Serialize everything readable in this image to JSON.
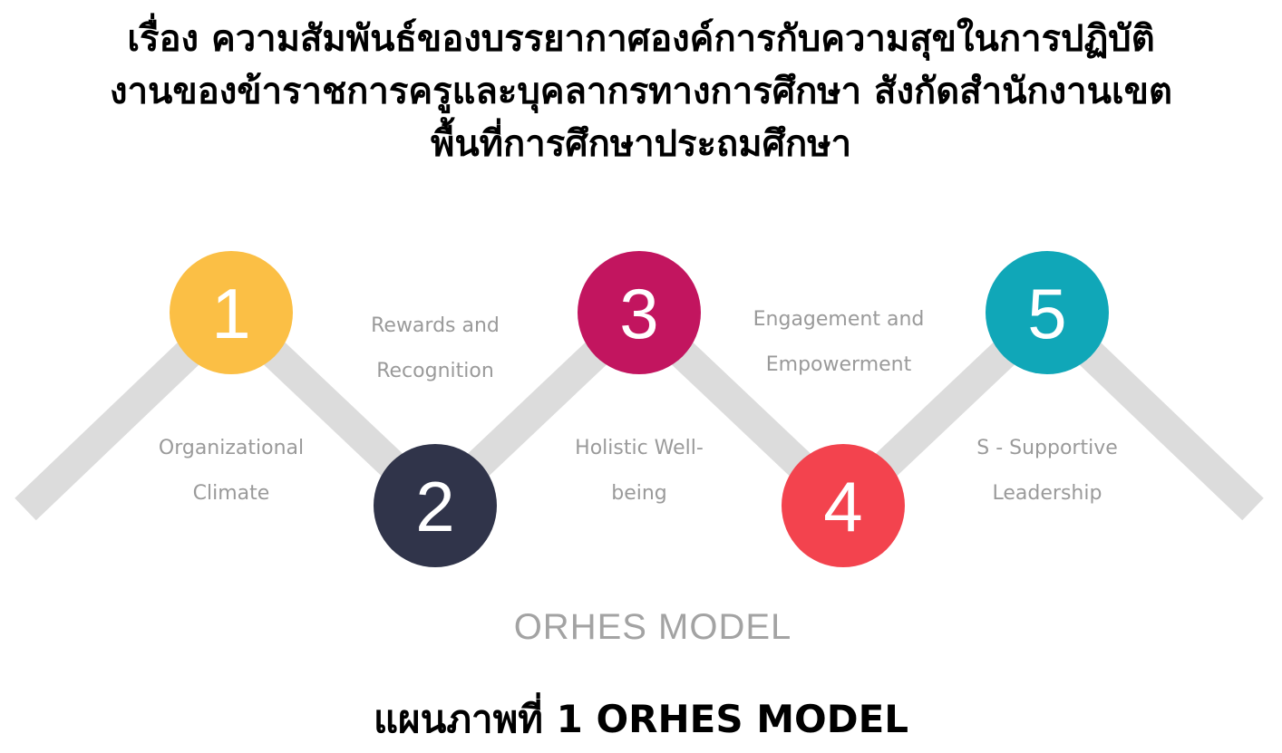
{
  "title": {
    "line1": "เรื่อง ความสัมพันธ์ของบรรยากาศองค์การกับความสุขในการปฏิบัติ",
    "line2": "งานของข้าราชการครูและบุคลากรทางการศึกษา สังกัดสำนักงานเขต",
    "line3": "พื้นที่การศึกษาประถมศึกษา"
  },
  "steps": [
    {
      "number": "1",
      "label_line1": "Organizational",
      "label_line2": "Climate",
      "color": "#fbbf45"
    },
    {
      "number": "2",
      "label_line1": "Rewards and",
      "label_line2": "Recognition",
      "color": "#30344a"
    },
    {
      "number": "3",
      "label_line1": "Holistic Well-",
      "label_line2": "being",
      "color": "#c2155f"
    },
    {
      "number": "4",
      "label_line1": "Engagement and",
      "label_line2": "Empowerment",
      "color": "#f3434e"
    },
    {
      "number": "5",
      "label_line1": "S - Supportive",
      "label_line2": "Leadership",
      "color": "#10a7b8"
    }
  ],
  "model_name": "ORHES MODEL",
  "caption": "แผนภาพที่ 1 ORHES MODEL",
  "colors": {
    "zigzag": "#dcdcdc",
    "label_text": "#9a9a9a"
  }
}
